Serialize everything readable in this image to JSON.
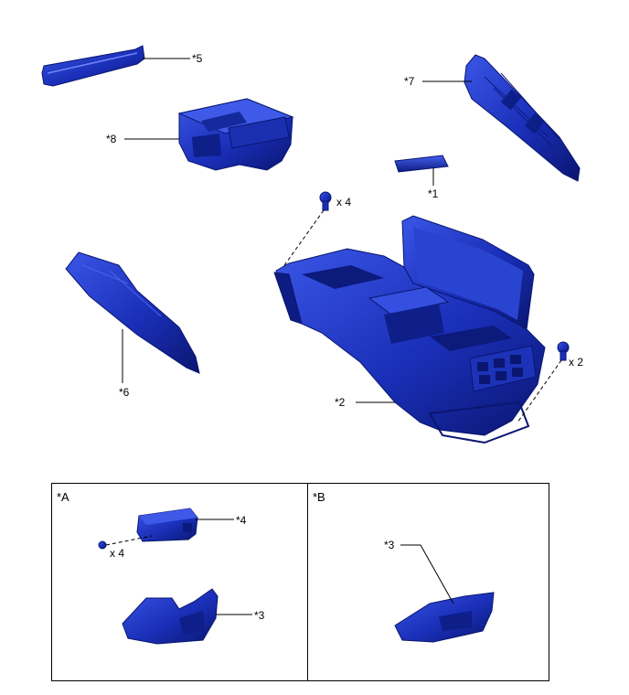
{
  "labels": {
    "p1": "*1",
    "p2": "*2",
    "p3a": "*3",
    "p3b": "*3",
    "p4": "*4",
    "p5": "*5",
    "p6": "*6",
    "p7": "*7",
    "p8": "*8",
    "qty_bolt_front": "x 4",
    "qty_bolt_rear": "x 2",
    "qty_bolt_a": "x 4"
  },
  "panels": {
    "a": "*A",
    "b": "*B"
  },
  "colors": {
    "part_fill": "#1a2fb8",
    "part_dark": "#0b1a7a",
    "part_light": "#3d56e0",
    "line": "#000000"
  }
}
